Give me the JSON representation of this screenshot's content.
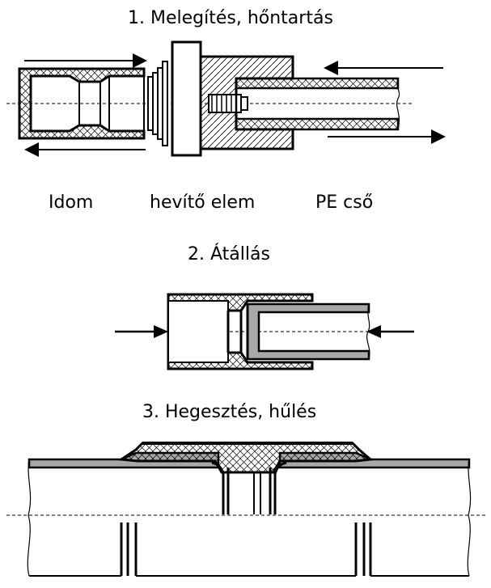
{
  "steps": [
    {
      "title": "1. Melegítés, hőntartás"
    },
    {
      "title": "2. Átállás"
    },
    {
      "title": "3. Hegesztés, hűlés"
    }
  ],
  "labels": {
    "fitting": "Idom",
    "heating_element": "hevítő elem",
    "pe_pipe": "PE cső"
  }
}
